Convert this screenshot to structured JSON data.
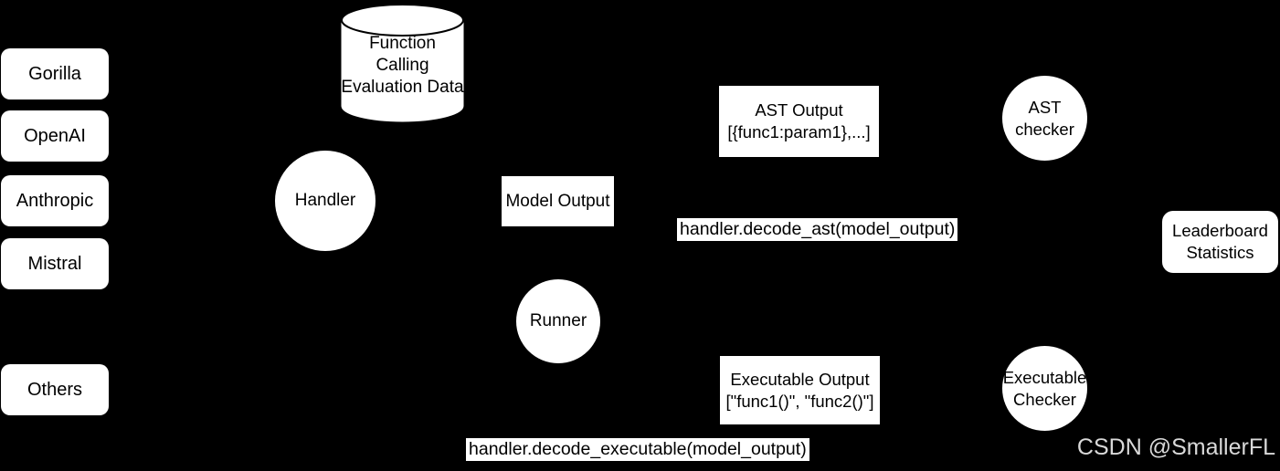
{
  "colors": {
    "background": "#000000",
    "node_fill": "#ffffff",
    "node_text": "#000000",
    "watermark_text": "#d9d9d9"
  },
  "diagram": {
    "models": [
      "Gorilla",
      "OpenAI",
      "Anthropic",
      "Mistral",
      "Others"
    ],
    "datastore_label": "Function Calling Evaluation Data",
    "handler_label": "Handler",
    "model_output_label": "Model Output",
    "runner_label": "Runner",
    "ast_output": {
      "title": "AST Output",
      "detail": "[{func1:param1},...]"
    },
    "executable_output": {
      "title": "Executable Output",
      "detail": "[\"func1()\", \"func2()\"]"
    },
    "ast_checker_label": "AST checker",
    "executable_checker_label": "Executable Checker",
    "leaderboard_label": "Leaderboard Statistics",
    "decode_ast_label": "handler.decode_ast(model_output)",
    "decode_executable_label": "handler.decode_executable(model_output)"
  },
  "watermark": "CSDN @SmallerFL"
}
